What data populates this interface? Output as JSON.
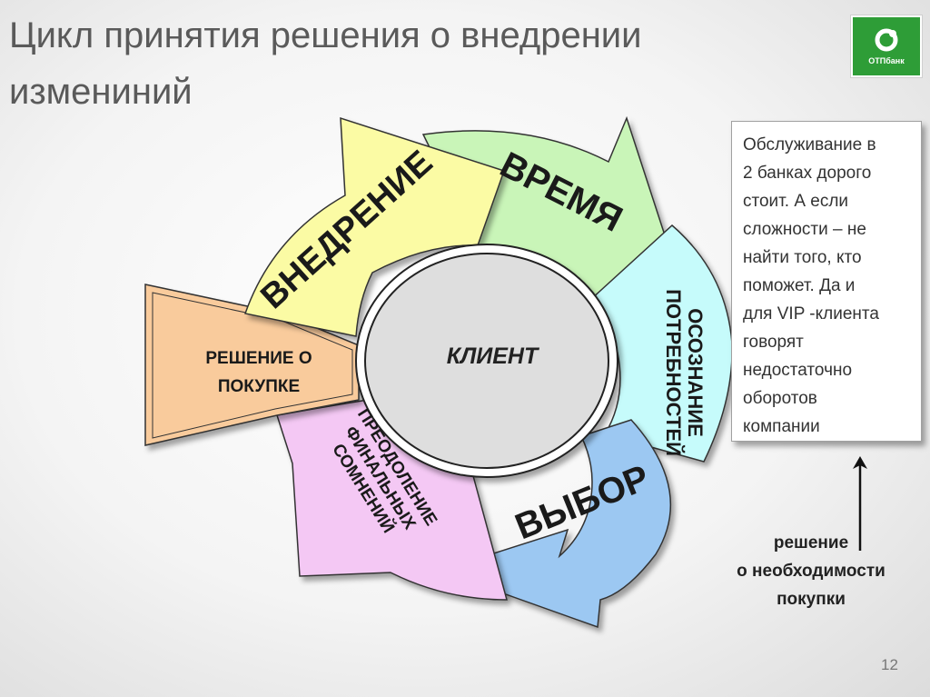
{
  "slide": {
    "title": "Цикл принятия решения о внедрении измениний",
    "page_number": "12"
  },
  "logo": {
    "text": "ОТПбанк",
    "color": "#2e9d37"
  },
  "cycle": {
    "center_label": "КЛИЕНТ",
    "stages": {
      "time": {
        "label": "ВРЕМЯ",
        "color": "#c9f5b8"
      },
      "awareness": {
        "line1": "ОСОЗНАНИЕ",
        "line2": "ПОТРЕБНОСТЕЙ",
        "color": "#c6fbfb"
      },
      "choice": {
        "label": "ВЫБОР",
        "color": "#9cc8f2"
      },
      "doubts": {
        "line1": "ПРЕОДОЛЕНИЕ",
        "line2": "ФИНАЛЬНЫХ",
        "line3": "СОМНЕНИЙ",
        "color": "#f4c8f4"
      },
      "decision": {
        "line1": "РЕШЕНИЕ О",
        "line2": "ПОКУПКЕ",
        "color": "#f9cb9c"
      },
      "implementation": {
        "label": "ВНЕДРЕНИЕ",
        "color": "#fbfba4"
      }
    }
  },
  "note": {
    "text": "Обслуживание в\n2  банках дорого\nстоит. А если\nсложности – не\nнайти того, кто\nпоможет.  Да и\nдля  VIP  -клиента\nговорят\nнедостаточно\nоборотов\nкомпании"
  },
  "need_decision": {
    "text": "решение\nо необходимости\nпокупки"
  }
}
